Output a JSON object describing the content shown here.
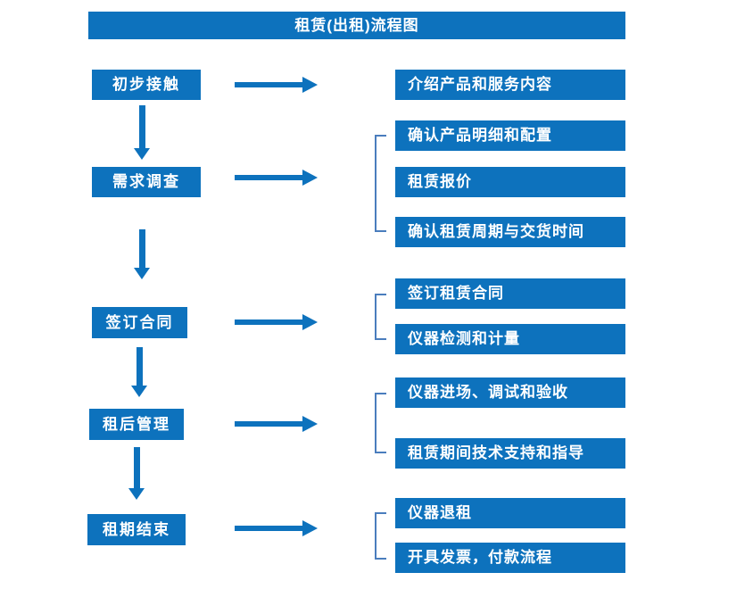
{
  "title": "租赁(出租)流程图",
  "colors": {
    "primary_blue": "#0d72bd",
    "bracket_blue": "#4a7dbd",
    "box_text": "#ffffff",
    "background": "#ffffff"
  },
  "flow": {
    "stages": [
      {
        "label": "初步接触",
        "outputs": [
          "介绍产品和服务内容"
        ]
      },
      {
        "label": "需求调查",
        "outputs": [
          "确认产品明细和配置",
          "租赁报价",
          "确认租赁周期与交货时间"
        ]
      },
      {
        "label": "签订合同",
        "outputs": [
          "签订租赁合同",
          "仪器检测和计量"
        ]
      },
      {
        "label": "租后管理",
        "outputs": [
          "仪器进场、调试和验收",
          "租赁期间技术支持和指导"
        ]
      },
      {
        "label": "租期结束",
        "outputs": [
          "仪器退租",
          "开具发票，付款流程"
        ]
      }
    ]
  }
}
